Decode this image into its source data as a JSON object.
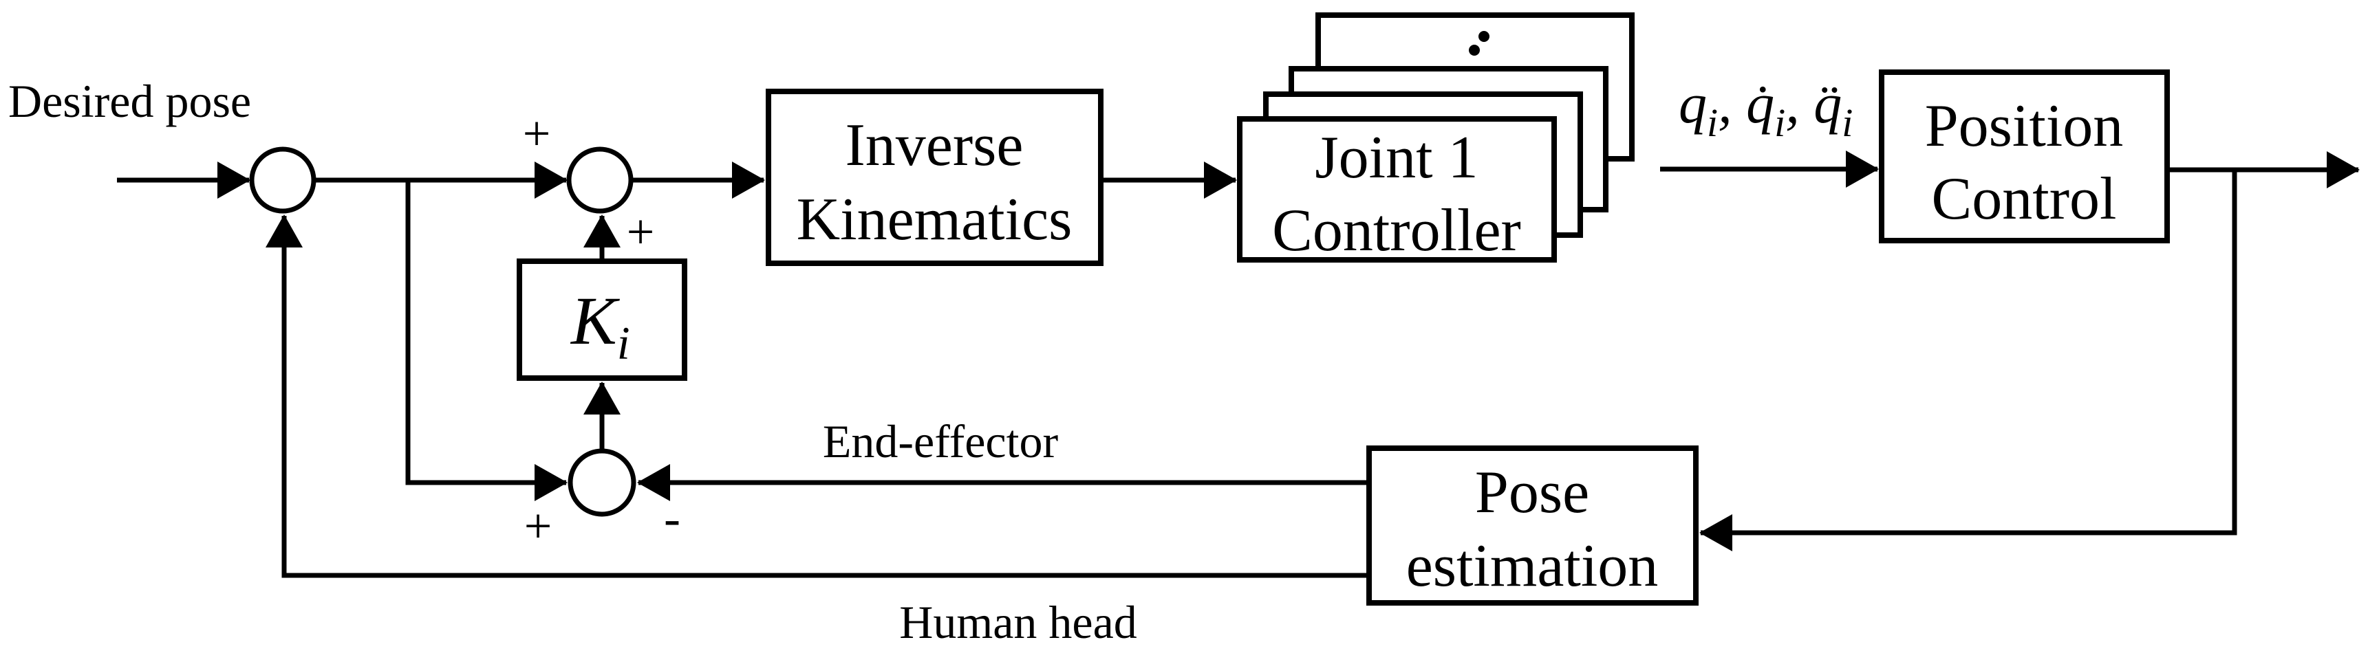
{
  "diagram": {
    "type": "control-system-block-diagram",
    "colors": {
      "stroke": "#000000",
      "background": "#ffffff"
    },
    "input_label": "Desired pose",
    "blocks": {
      "inverse_kinematics": {
        "line1": "Inverse",
        "line2": "Kinematics"
      },
      "joint_controller": {
        "line1": "Joint 1",
        "line2": "Controller",
        "stack_count": 4,
        "stack_ellipsis": "⋰"
      },
      "gain": {
        "symbol": "K",
        "subscript": "i"
      },
      "position_control": {
        "line1": "Position",
        "line2": "Control"
      },
      "pose_estimation": {
        "line1": "Pose",
        "line2": "estimation"
      }
    },
    "signal_labels": {
      "joint_command": {
        "part1": "q",
        "sub1": "i",
        "sep1": ", ",
        "part2": "q̇",
        "sub2": "i",
        "sep2": ", ",
        "part3": "q̈",
        "sub3": "i"
      },
      "end_effector": "End-effector",
      "human_head": "Human head"
    },
    "summing_junctions": {
      "junction2_input_sign": "+",
      "junction2_feedback_sign": "+",
      "junction3_input_sign": "+",
      "junction3_feedback_sign": "-"
    }
  }
}
